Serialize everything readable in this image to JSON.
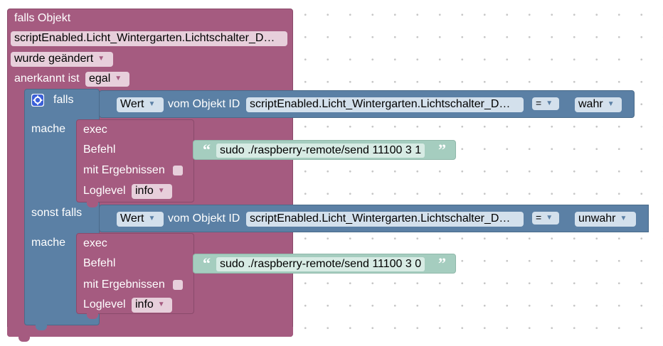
{
  "trigger": {
    "title": "falls Objekt",
    "object_id": "scriptEnabled.Licht_Wintergarten.Lichtschalter_D…",
    "change_mode": "wurde geändert",
    "ack_label": "anerkannt ist",
    "ack_value": "egal"
  },
  "if_block": {
    "if_label": "falls",
    "do_label": "mache",
    "elseif_label": "sonst falls",
    "do2_label": "mache"
  },
  "conditions": [
    {
      "property": "Wert",
      "of_object_label": "vom Objekt ID",
      "object_id": "scriptEnabled.Licht_Wintergarten.Lichtschalter_D…",
      "operator": "=",
      "value": "wahr"
    },
    {
      "property": "Wert",
      "of_object_label": "vom Objekt ID",
      "object_id": "scriptEnabled.Licht_Wintergarten.Lichtschalter_D…",
      "operator": "=",
      "value": "unwahr"
    }
  ],
  "exec_blocks": [
    {
      "title": "exec",
      "command_label": "Befehl",
      "command": "sudo ./raspberry-remote/send 11100 3 1",
      "results_label": "mit Ergebnissen",
      "loglevel_label": "Loglevel",
      "loglevel": "info"
    },
    {
      "title": "exec",
      "command_label": "Befehl",
      "command": "sudo ./raspberry-remote/send 11100 3 0",
      "results_label": "mit Ergebnissen",
      "loglevel_label": "Loglevel",
      "loglevel": "info"
    }
  ],
  "icons": {
    "dropdown": "▼",
    "open_quote": "“",
    "close_quote": "”"
  },
  "colors": {
    "trigger_block": "#a55b80",
    "logic_block": "#5b80a5",
    "string_block": "#a5cdbf"
  }
}
